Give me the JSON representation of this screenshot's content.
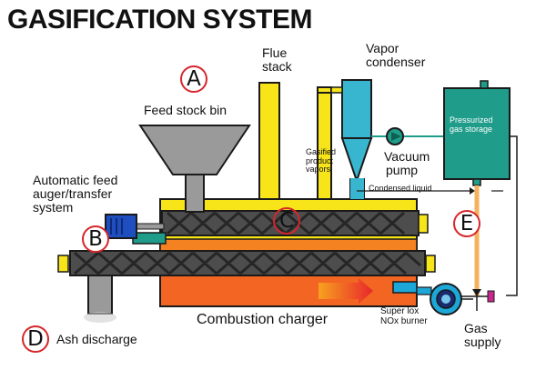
{
  "title": "GASIFICATION SYSTEM",
  "markers": {
    "a": "A",
    "b": "B",
    "c": "C",
    "d": "D",
    "e": "E"
  },
  "labels": {
    "feed_stock_bin": "Feed  stock bin",
    "flue_stack_1": "Flue",
    "flue_stack_2": "stack",
    "vapor_condenser_1": "Vapor",
    "vapor_condenser_2": "condenser",
    "pressurized_gas_storage_1": "Pressurized",
    "pressurized_gas_storage_2": "gas storage",
    "gasified_product_vapors_1": "Gasified",
    "gasified_product_vapors_2": "product",
    "gasified_product_vapors_3": "vapors",
    "vacuum_pump_1": "Vacuum",
    "vacuum_pump_2": "pump",
    "condensed_liquid": "Condensed liquid",
    "auger_1": "Automatic feed",
    "auger_2": "auger/transfer",
    "auger_3": "system",
    "combustion_charger": "Combustion charger",
    "burner_1": "Super lox",
    "burner_2": "NOx burner",
    "gas_supply_1": "Gas",
    "gas_supply_2": "supply",
    "ash_discharge": "Ash discharge"
  },
  "colors": {
    "outline": "#1a1a1a",
    "auger_body": "#4d4d4d",
    "auger_blade": "#262626",
    "gray_part": "#9a9a9a",
    "yellow": "#f7e51a",
    "orange_chamber": "#f26522",
    "orange_band": "#f58220",
    "teal_tank": "#1f9c8a",
    "cyan_condenser": "#39b6cf",
    "motor_blue": "#1f4fbf",
    "burner_blue": "#1da7d8",
    "gas_line": "#f5b25c",
    "marker_ring": "#d6262b",
    "valve_magenta": "#c7288e"
  }
}
